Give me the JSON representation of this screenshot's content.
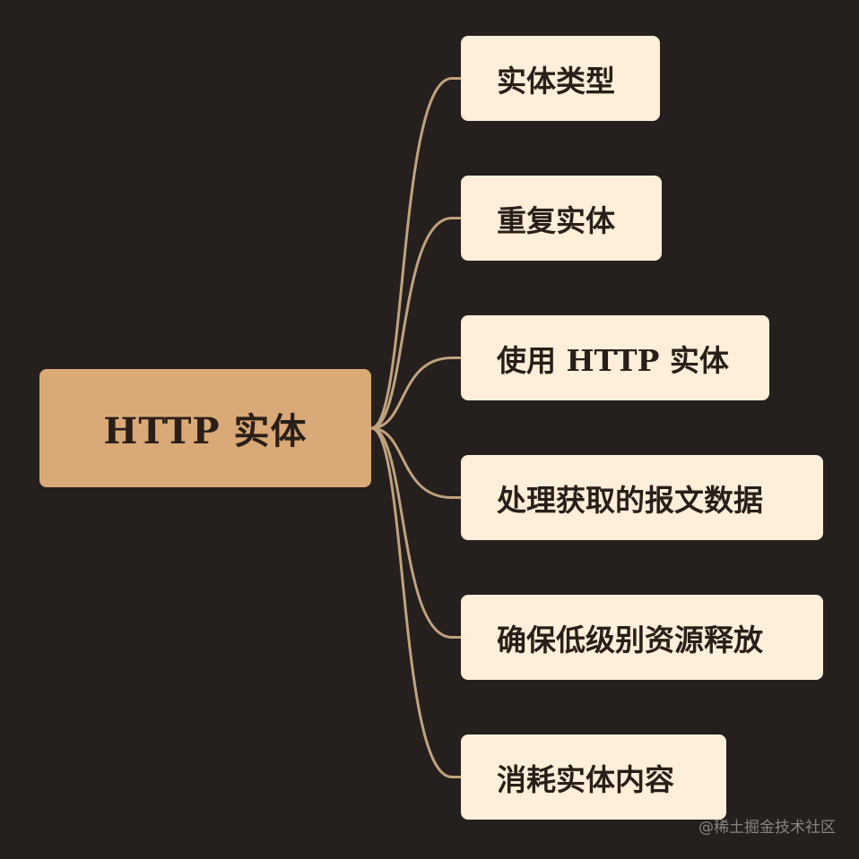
{
  "mindmap": {
    "root": {
      "label": "HTTP 实体"
    },
    "children": [
      {
        "label": "实体类型"
      },
      {
        "label": "重复实体"
      },
      {
        "label": "使用 HTTP 实体"
      },
      {
        "label": "处理获取的报文数据"
      },
      {
        "label": "确保低级别资源释放"
      },
      {
        "label": "消耗实体内容"
      }
    ]
  },
  "colors": {
    "background": "#251f1e",
    "root_fill": "#d9a977",
    "child_fill": "#fdefd9",
    "connector": "#bfa37e",
    "text": "#2a1f18"
  },
  "watermark": "@稀土掘金技术社区"
}
